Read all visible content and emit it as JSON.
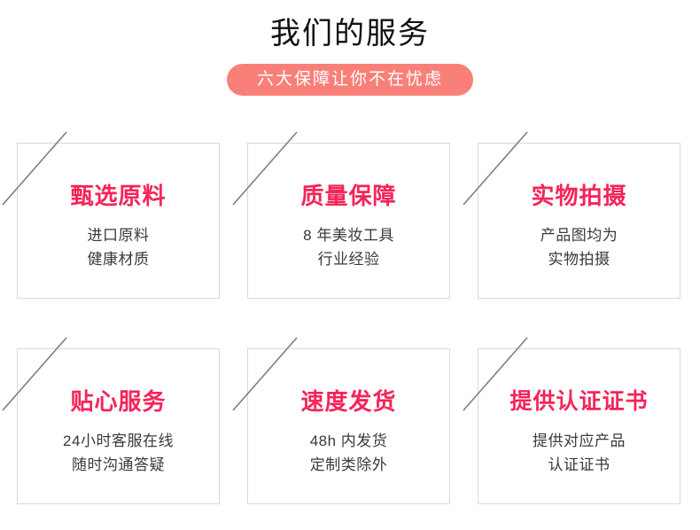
{
  "header": {
    "title": "我们的服务",
    "badge": "六大保障让你不在忧虑",
    "badge_color": "#f98079",
    "title_color": "#111111"
  },
  "theme": {
    "heading_red": "#f5245a",
    "subtext_gray": "#3a3a3a",
    "card_border": "#d9d9d9",
    "slash_gray": "#7d7d83",
    "background": "#ffffff"
  },
  "cards": [
    {
      "id": "premium-materials",
      "title": "甄选原料",
      "lines": [
        "进口原料",
        "健康材质"
      ],
      "icon": "diagonal-slash-icon"
    },
    {
      "id": "quality-assurance",
      "title": "质量保障",
      "lines": [
        "8 年美妆工具",
        "行业经验"
      ],
      "icon": "diagonal-slash-icon"
    },
    {
      "id": "real-product-photos",
      "title": "实物拍摄",
      "lines": [
        "产品图均为",
        "实物拍摄"
      ],
      "icon": "diagonal-slash-icon"
    },
    {
      "id": "attentive-service",
      "title": "贴心服务",
      "lines": [
        "24小时客服在线",
        "随时沟通答疑"
      ],
      "icon": "diagonal-slash-icon"
    },
    {
      "id": "fast-shipping",
      "title": "速度发货",
      "lines": [
        "48h 内发货",
        "定制类除外"
      ],
      "icon": "diagonal-slash-icon"
    },
    {
      "id": "certification",
      "title": "提供认证证书",
      "lines": [
        "提供对应产品",
        "认证证书"
      ],
      "icon": "diagonal-slash-icon"
    }
  ]
}
